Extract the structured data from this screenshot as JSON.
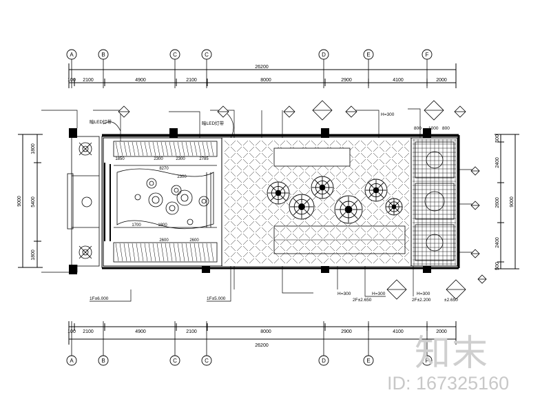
{
  "drawing": {
    "grid_axes_top": [
      "A",
      "B",
      "C",
      "C",
      "D",
      "E",
      "F"
    ],
    "grid_axes_bottom": [
      "A",
      "B",
      "C",
      "C",
      "D",
      "E",
      "F"
    ],
    "total_dimension": "26200",
    "segment_dimensions": [
      "100",
      "2100",
      "4900",
      "2100",
      "8000",
      "2900",
      "4100",
      "2000"
    ],
    "left_dimensions": [
      "1800",
      "5400",
      "1800"
    ],
    "left_overall": "9000",
    "right_dimensions": [
      "500",
      "2400",
      "2600",
      "2400",
      "500"
    ],
    "right_overall": "9000",
    "level_labels": [
      "1F±6.000",
      "1F±5.000",
      "2F±2.650",
      "2F±2.200",
      "±2.650"
    ],
    "callouts": [
      "H=300",
      "H=300",
      "H=300",
      "H=300",
      "800",
      "1000",
      "800"
    ],
    "room_dims": [
      "1850",
      "2300",
      "2300",
      "2785",
      "8270",
      "2300",
      "1700",
      "1800",
      "2600",
      "2600"
    ],
    "led_note": "暗LED灯带"
  },
  "watermark": {
    "logo": "知末",
    "id_text": "ID: 167325160"
  }
}
